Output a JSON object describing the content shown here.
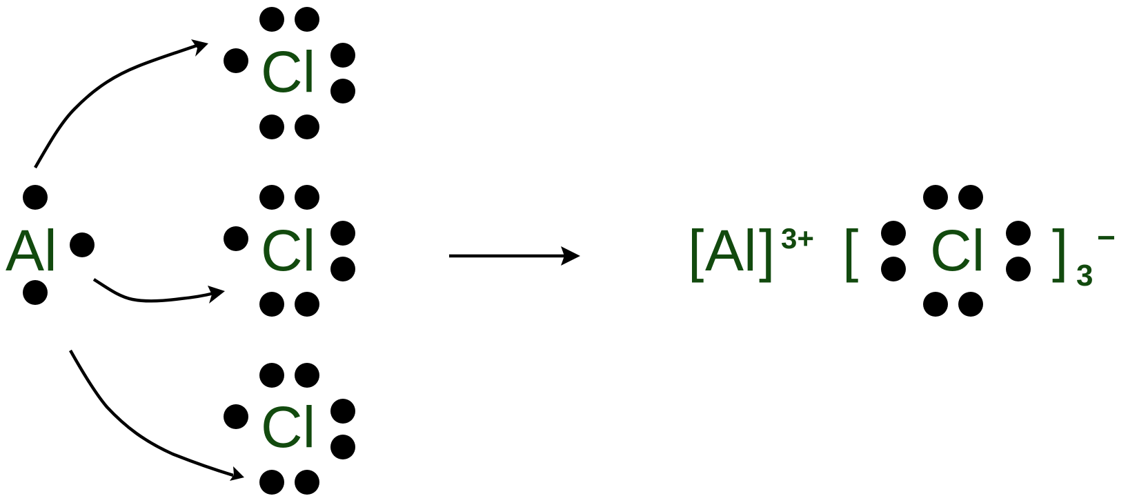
{
  "colors": {
    "element_text": "#124a0e",
    "electron_dot": "#000000",
    "arrow": "#000000",
    "background": "#ffffff"
  },
  "reactants": {
    "metal_symbol": "Al",
    "halogen_symbol": "Cl",
    "halogen_count": 3
  },
  "product": {
    "cation_open_bracket": "[",
    "cation_symbol": "Al",
    "cation_close_bracket": "]",
    "cation_charge": "3+",
    "anion_open_bracket": "[",
    "anion_symbol": "Cl",
    "anion_close_bracket": "]",
    "anion_subscript": "3",
    "anion_charge": "−"
  },
  "icons": {
    "transfer_arrow": "curved-arrow-icon",
    "reaction_arrow": "right-arrow-icon"
  }
}
